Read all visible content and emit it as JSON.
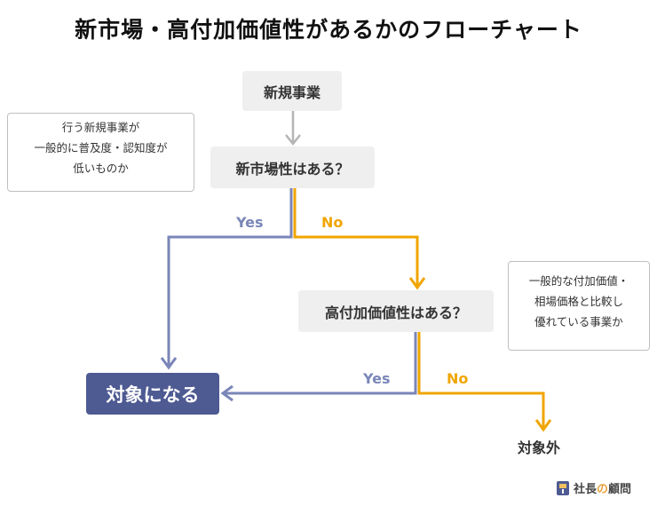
{
  "title": "新市場・高付加価値性があるかのフローチャート",
  "start_node": "新規事業",
  "question1": "新市場性はある？",
  "question2": "高付加価値性はある？",
  "callout1": [
    "行う新規事業が",
    "一般的に普及度・認知度が",
    "低いものか"
  ],
  "callout2": [
    "一般的な付加価値・",
    "相場価格と比較し",
    "優れている事業か"
  ],
  "yes_label": "Yes",
  "no_label": "No",
  "target_node": "対象になる",
  "outside_node": "対象外",
  "brand": {
    "name_a": "社長",
    "name_accent": "の",
    "name_b": "顧問",
    "icon": "book-icon"
  },
  "colors": {
    "yes": "#7a86b8",
    "no": "#f0a500",
    "target": "#4e5a92",
    "neutral_arrow": "#b5b5b5"
  }
}
